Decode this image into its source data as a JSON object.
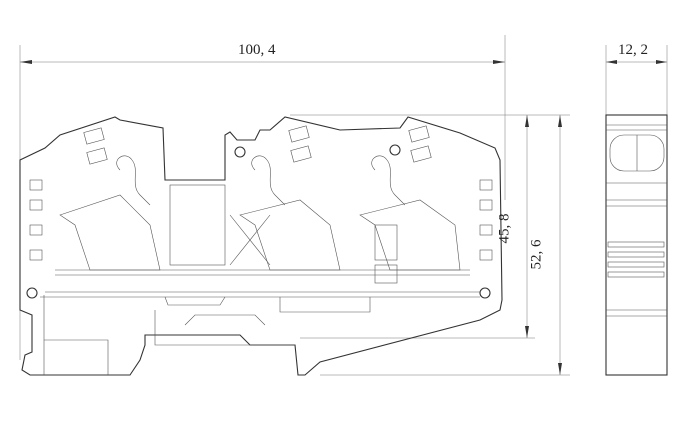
{
  "drawing": {
    "dimensions": {
      "overall_width": "100, 4",
      "side_width": "12, 2",
      "height_inner": "45, 8",
      "height_total": "52, 6"
    },
    "line_color": "#333333"
  }
}
